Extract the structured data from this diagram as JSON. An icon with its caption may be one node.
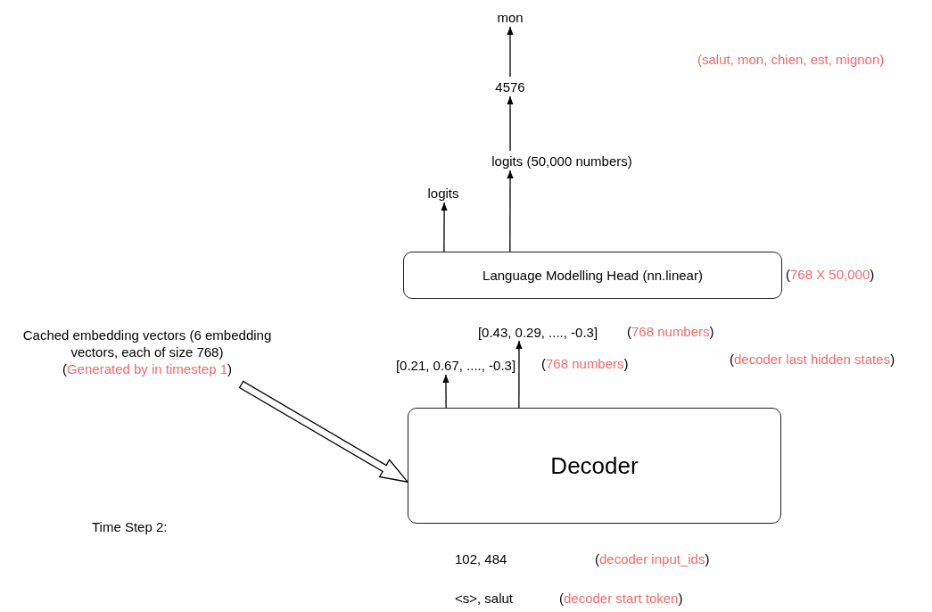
{
  "diagram": {
    "nodes": [
      {
        "text": [
          "mon"
        ]
      },
      {
        "text": [
          "4576"
        ]
      },
      {
        "text": [
          "logits (50,000 numbers)"
        ]
      },
      {
        "text": [
          "logits"
        ]
      },
      {
        "text": [
          "Language Modelling Head (nn.linear)"
        ],
        "beside": [
          "(768 X 50,000)"
        ]
      },
      {
        "text": [
          "[0.43, 0.29, ...., -0.3]"
        ],
        "beside": [
          "(768 numbers)"
        ]
      },
      {
        "text": [
          "[0.21, 0.67, ...., -0.3]"
        ],
        "beside": [
          "(768 numbers)"
        ]
      },
      {
        "text": [
          "Cached embedding vectors (6 embedding vectors, each of size 768)",
          "(Generated by in timestep 1)"
        ]
      },
      {
        "text": [
          "Decoder"
        ]
      }
    ],
    "edges": [
      {
        "from": 1,
        "to": 0,
        "arrow": "to"
      },
      {
        "from": 2,
        "to": 1,
        "arrow": "to"
      },
      {
        "from": 4,
        "to": 3,
        "arrow": "to"
      },
      {
        "from": 4,
        "to": 2,
        "arrow": "to"
      },
      {
        "from": 8,
        "to": 6,
        "arrow": "to"
      },
      {
        "from": 8,
        "to": 5,
        "arrow": "to"
      },
      {
        "from": 7,
        "to": 8,
        "arrow": "to"
      }
    ],
    "labels": [
      "(salut, mon, chien, est, mignon)",
      "(decoder last hidden states)",
      "Time Step 2:",
      "102, 484",
      "(decoder input_ids)",
      "<s>,  salut",
      "(decoder start token)"
    ]
  }
}
